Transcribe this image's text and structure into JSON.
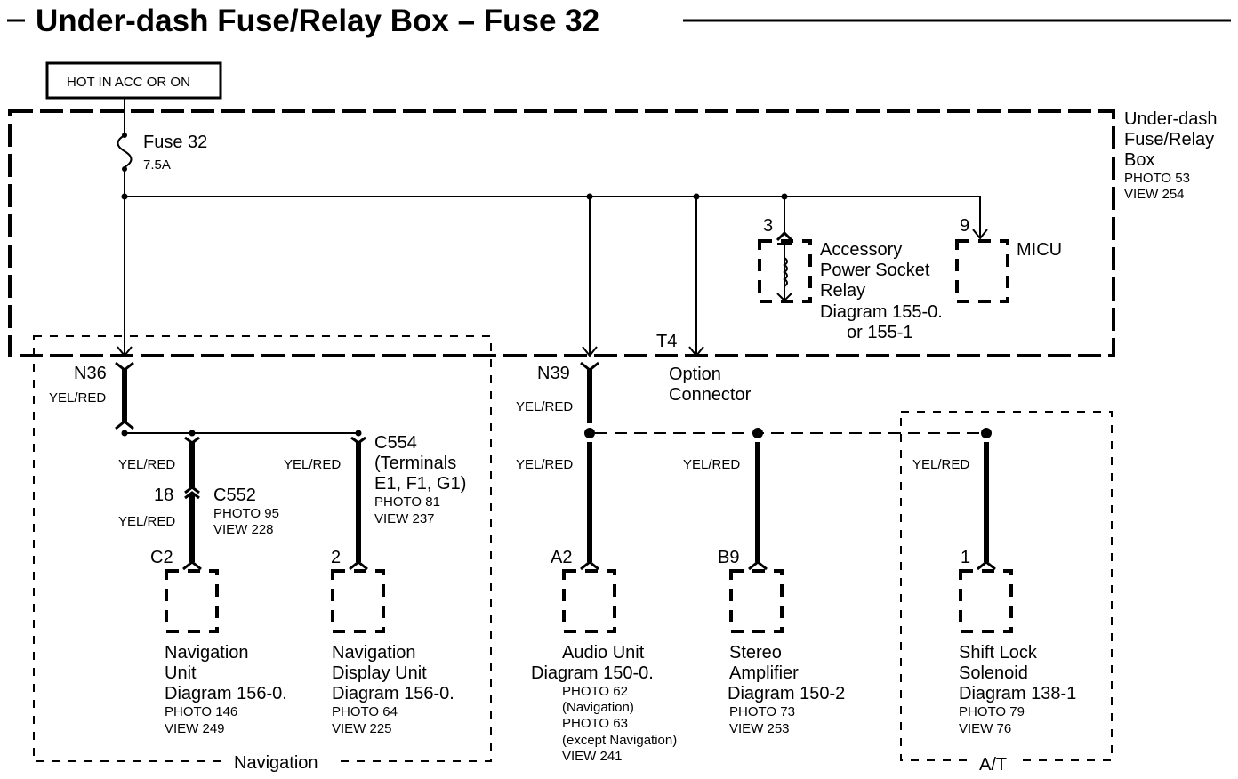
{
  "title": "Under-dash Fuse/Relay Box – Fuse 32",
  "power_source": "HOT IN ACC OR ON",
  "fuse": {
    "name": "Fuse 32",
    "rating": "7.5A"
  },
  "fuse_box": {
    "lines": [
      "Under-dash",
      "Fuse/Relay",
      "Box"
    ],
    "photo": "PHOTO 53",
    "view": "VIEW 254"
  },
  "relay": {
    "terminal": "3",
    "lines": [
      "Accessory",
      "Power Socket",
      "Relay",
      "Diagram 155-0.",
      "or 155-1"
    ]
  },
  "micu": {
    "terminal": "9",
    "name": "MICU"
  },
  "option_connector": {
    "terminal": "T4",
    "lines": [
      "Option",
      "Connector"
    ]
  },
  "wire_color": "YEL/RED",
  "connectors": {
    "n36": "N36",
    "n39": "N39",
    "c552": {
      "pin": "18",
      "name": "C552",
      "photo": "PHOTO 95",
      "view": "VIEW 228"
    },
    "c554": {
      "lines": [
        "C554",
        "(Terminals",
        "E1, F1, G1)"
      ],
      "photo": "PHOTO 81",
      "view": "VIEW 237"
    }
  },
  "components": [
    {
      "terminal": "C2",
      "lines": [
        "Navigation",
        "Unit",
        "Diagram  156-0."
      ],
      "refs": [
        "PHOTO 146",
        "VIEW 249"
      ]
    },
    {
      "terminal": "2",
      "lines": [
        "Navigation",
        "Display Unit",
        "Diagram 156-0."
      ],
      "refs": [
        "PHOTO 64",
        "VIEW 225"
      ]
    },
    {
      "terminal": "A2",
      "lines": [
        "Audio Unit",
        "Diagram 150-0."
      ],
      "refs": [
        "PHOTO 62",
        "(Navigation)",
        "PHOTO 63",
        "(except Navigation)",
        "VIEW 241"
      ]
    },
    {
      "terminal": "B9",
      "lines": [
        "Stereo",
        "Amplifier",
        "Diagram  150-2"
      ],
      "refs": [
        "PHOTO 73",
        "VIEW 253"
      ]
    },
    {
      "terminal": "1",
      "lines": [
        "Shift Lock",
        "Solenoid",
        "Diagram 138-1"
      ],
      "refs": [
        "PHOTO 79",
        "VIEW 76"
      ]
    }
  ],
  "groups": {
    "navigation": "Navigation",
    "at": "A/T"
  }
}
